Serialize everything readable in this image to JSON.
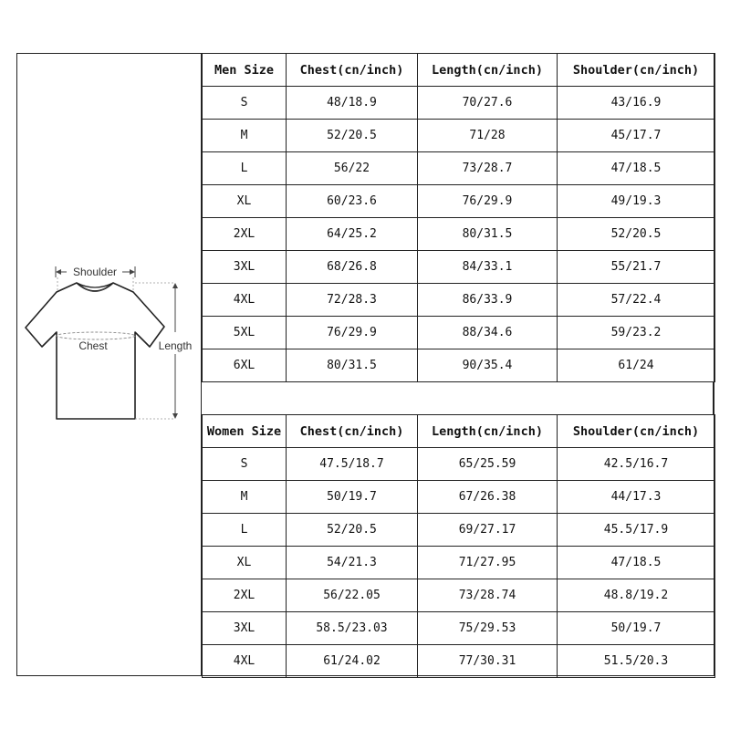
{
  "diagram": {
    "shoulder_label": "Shoulder",
    "chest_label": "Chest",
    "length_label": "Length"
  },
  "men": {
    "headers": [
      "Men Size",
      "Chest(cn/inch)",
      "Length(cn/inch)",
      "Shoulder(cn/inch)"
    ],
    "rows": [
      [
        "S",
        "48/18.9",
        "70/27.6",
        "43/16.9"
      ],
      [
        "M",
        "52/20.5",
        "71/28",
        "45/17.7"
      ],
      [
        "L",
        "56/22",
        "73/28.7",
        "47/18.5"
      ],
      [
        "XL",
        "60/23.6",
        "76/29.9",
        "49/19.3"
      ],
      [
        "2XL",
        "64/25.2",
        "80/31.5",
        "52/20.5"
      ],
      [
        "3XL",
        "68/26.8",
        "84/33.1",
        "55/21.7"
      ],
      [
        "4XL",
        "72/28.3",
        "86/33.9",
        "57/22.4"
      ],
      [
        "5XL",
        "76/29.9",
        "88/34.6",
        "59/23.2"
      ],
      [
        "6XL",
        "80/31.5",
        "90/35.4",
        "61/24"
      ]
    ]
  },
  "women": {
    "headers": [
      "Women Size",
      "Chest(cn/inch)",
      "Length(cn/inch)",
      "Shoulder(cn/inch)"
    ],
    "rows": [
      [
        "S",
        "47.5/18.7",
        "65/25.59",
        "42.5/16.7"
      ],
      [
        "M",
        "50/19.7",
        "67/26.38",
        "44/17.3"
      ],
      [
        "L",
        "52/20.5",
        "69/27.17",
        "45.5/17.9"
      ],
      [
        "XL",
        "54/21.3",
        "71/27.95",
        "47/18.5"
      ],
      [
        "2XL",
        "56/22.05",
        "73/28.74",
        "48.8/19.2"
      ],
      [
        "3XL",
        "58.5/23.03",
        "75/29.53",
        "50/19.7"
      ],
      [
        "4XL",
        "61/24.02",
        "77/30.31",
        "51.5/20.3"
      ]
    ]
  }
}
